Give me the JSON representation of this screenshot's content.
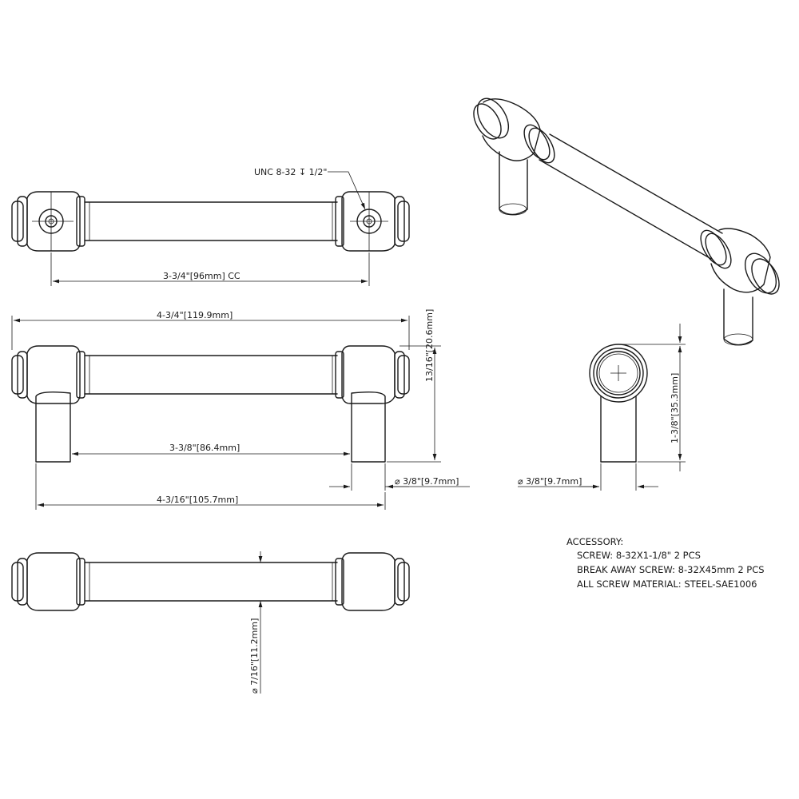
{
  "dimensions": {
    "thread_note": "UNC 8-32 ↧ 1/2\"",
    "center_to_center": "3-3/4\"[96mm] CC",
    "overall_length": "4-3/4\"[119.9mm]",
    "projection": "13/16\"[20.6mm]",
    "inner_length": "3-3/8\"[86.4mm]",
    "post_diameter_front": "⌀ 3/8\"[9.7mm]",
    "post_outer_length": "4-3/16\"[105.7mm]",
    "end_height": "1-3/8\"[35.3mm]",
    "post_diameter_side": "⌀ 3/8\"[9.7mm]",
    "bar_diameter": "⌀ 7/16\"[11.2mm]"
  },
  "accessory": {
    "title": "ACCESSORY:",
    "lines": [
      "SCREW: 8-32X1-1/8\"  2 PCS",
      "BREAK AWAY SCREW: 8-32X45mm  2 PCS",
      "ALL SCREW MATERIAL: STEEL-SAE1006"
    ]
  }
}
